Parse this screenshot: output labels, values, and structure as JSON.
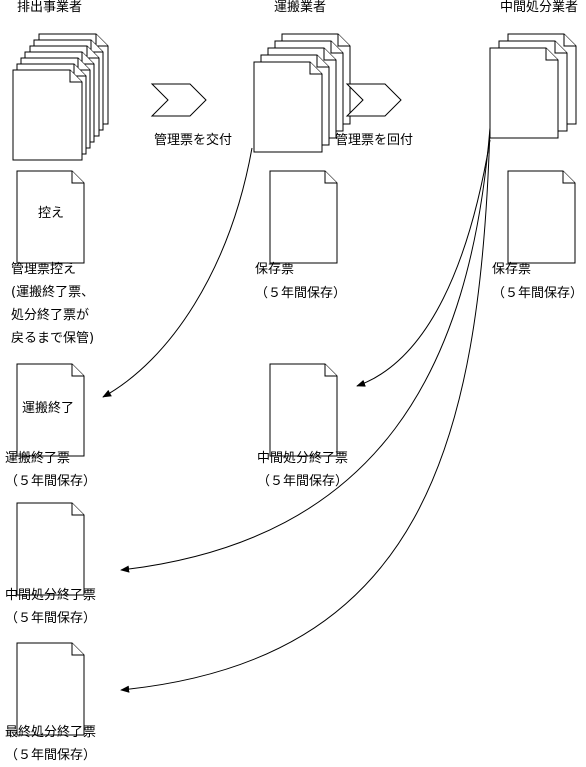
{
  "headers": {
    "discharger": "排出事業者",
    "transporter": "運搬業者",
    "processor": "中間処分業者"
  },
  "arrows": {
    "deliver": "管理票を交付",
    "circulate": "管理票を回付"
  },
  "docs": {
    "copy_doc_text": "控え",
    "transport_done_doc_text": "運搬終了"
  },
  "discharger_docs": {
    "copy_label": [
      "管理票控え",
      "(運搬終了票、",
      "処分終了票が",
      "戻るまで保管)"
    ],
    "transport_end": [
      "運搬終了票",
      "（５年間保存）"
    ],
    "interim_end": [
      "中間処分終了票",
      "（５年間保存）"
    ],
    "final_end": [
      "最終処分終了票",
      "（５年間保存）"
    ]
  },
  "transporter_docs": {
    "keep": [
      "保存票",
      "（５年間保存）"
    ],
    "interim_end": [
      "中間処分終了票",
      "（５年間保存）"
    ]
  },
  "processor_docs": {
    "keep": [
      "保存票",
      "（５年間保存）"
    ]
  }
}
